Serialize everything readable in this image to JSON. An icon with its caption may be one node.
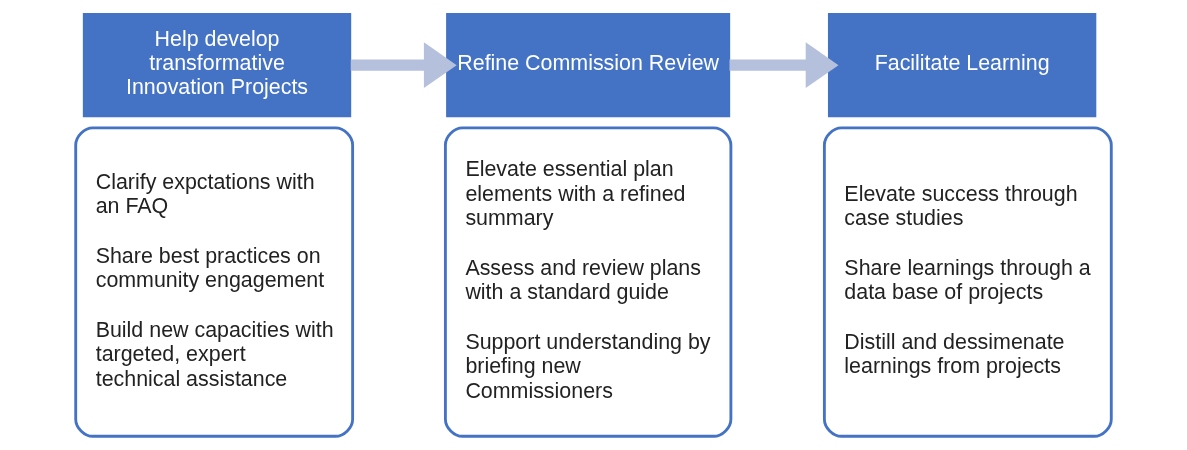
{
  "diagram": {
    "nodes": [
      {
        "text": [
          "Help develop transformative Innovation Projects"
        ]
      },
      {
        "text": [
          "Clarify expctations with an FAQ",
          "Share best practices on community engagement",
          "Build new capacities with targeted, expert technical assistance"
        ]
      },
      {
        "text": [
          "Refine Commission Review"
        ]
      },
      {
        "text": [
          "Elevate essential plan elements with a refined summary",
          "Assess and review plans with a standard guide",
          "Support understanding by briefing new Commissioners"
        ]
      },
      {
        "text": [
          "Facilitate Learning"
        ]
      },
      {
        "text": [
          "Elevate success through case studies",
          "Share learnings through a data base of projects",
          "Distill and dessimenate learnings from projects"
        ]
      }
    ],
    "edges": [
      {
        "from": 0,
        "to": 2,
        "arrow": "to"
      },
      {
        "from": 2,
        "to": 4,
        "arrow": "to"
      }
    ]
  }
}
